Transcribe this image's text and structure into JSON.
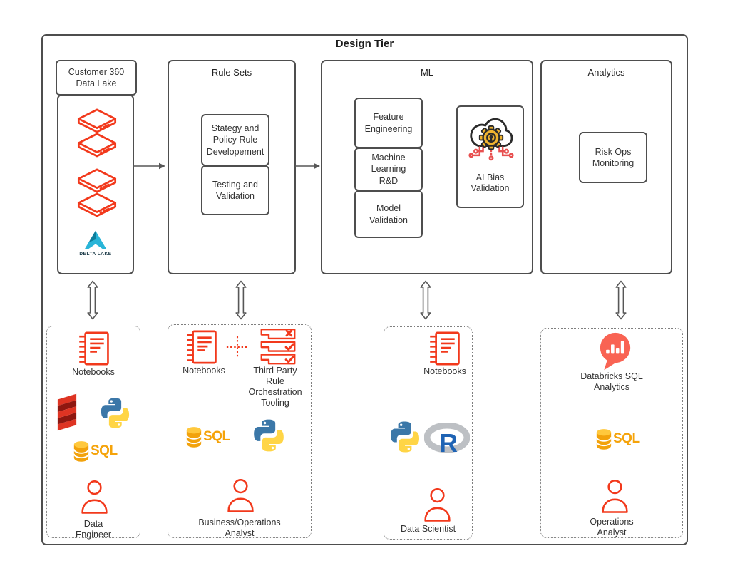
{
  "title": "Design Tier",
  "customer360": {
    "header": "Customer 360\nData Lake"
  },
  "rule_sets": {
    "title": "Rule Sets",
    "box1": "Stategy and\nPolicy Rule\nDevelopement",
    "box2": "Testing and\nValidation"
  },
  "ml": {
    "title": "ML",
    "box1": "Feature\nEngineering",
    "box2": "Machine\nLearning\nR&D",
    "box3": "Model\nValidation",
    "ai_bias": "AI Bias\nValidation"
  },
  "analytics": {
    "title": "Analytics",
    "box1": "Risk Ops\nMonitoring"
  },
  "groups": {
    "g1": {
      "notebooks": "Notebooks",
      "role": "Data\nEngineer"
    },
    "g2": {
      "notebooks": "Notebooks",
      "third_party": "Third Party\nRule\nOrchestration\nTooling",
      "role": "Business/Operations\nAnalyst"
    },
    "g3": {
      "notebooks": "Notebooks",
      "role": "Data Scientist"
    },
    "g4": {
      "db_sql": "Databricks SQL\nAnalytics",
      "role": "Operations\nAnalyst"
    }
  },
  "icon_text": {
    "sql": "SQL",
    "r": "R",
    "delta_lake": "DELTA LAKE"
  },
  "colors": {
    "icon_red": "#F2391C",
    "scala_red": "#DE3423",
    "python_blue": "#3B77A8",
    "python_yellow": "#FFD546",
    "sql_gold": "#F2A20C",
    "r_blue": "#1E63B4",
    "delta_teal": "#29B5D8",
    "databricks_coral": "#F96353",
    "gear_gold": "#F0B42F",
    "circuit_red": "#E85050",
    "border_gray": "#4E4E4E"
  }
}
